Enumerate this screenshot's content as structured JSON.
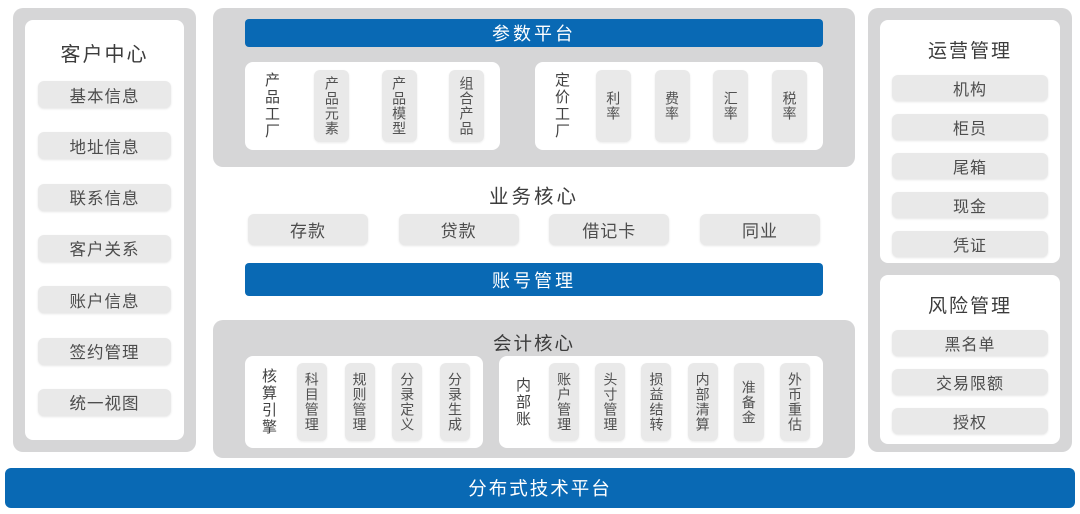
{
  "colors": {
    "accent_blue": "#0969b4",
    "container_gray": "#d6d6d7",
    "chip_gray": "#e9e9e9",
    "title_text": "#3c3c3c",
    "chip_text": "#4d4d4d",
    "bar_text": "#ffffff"
  },
  "left_panel": {
    "title": "客户中心",
    "items": [
      "基本信息",
      "地址信息",
      "联系信息",
      "客户关系",
      "账户信息",
      "签约管理",
      "统一视图"
    ]
  },
  "center": {
    "param_platform": {
      "header": "参数平台",
      "groups": [
        {
          "label": "产品工厂",
          "chips": [
            "产品元素",
            "产品模型",
            "组合产品"
          ]
        },
        {
          "label": "定价工厂",
          "chips": [
            "利率",
            "费率",
            "汇率",
            "税率"
          ]
        }
      ]
    },
    "business_core": {
      "title": "业务核心",
      "items": [
        "存款",
        "贷款",
        "借记卡",
        "同业"
      ]
    },
    "account_mgmt": {
      "label": "账号管理"
    },
    "accounting_core": {
      "title": "会计核心",
      "groups": [
        {
          "label": "核算引擎",
          "chips": [
            "科目管理",
            "规则管理",
            "分录定义",
            "分录生成"
          ]
        },
        {
          "label": "内部账",
          "chips": [
            "账户管理",
            "头寸管理",
            "损益结转",
            "内部清算",
            "准备金",
            "外币重估"
          ]
        }
      ]
    }
  },
  "right_panel": {
    "sections": [
      {
        "title": "运营管理",
        "items": [
          "机构",
          "柜员",
          "尾箱",
          "现金",
          "凭证"
        ]
      },
      {
        "title": "风险管理",
        "items": [
          "黑名单",
          "交易限额",
          "授权"
        ]
      }
    ]
  },
  "footer": {
    "label": "分布式技术平台"
  }
}
